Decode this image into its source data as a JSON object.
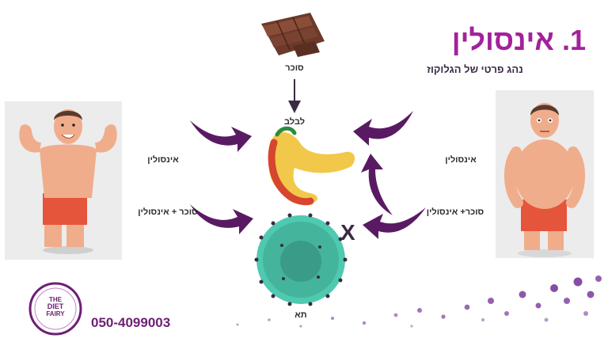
{
  "title": "1. אינסולין",
  "subtitle": "נהג פרטי של הגלוקוז",
  "labels": {
    "sugar_top": "סוכר",
    "pancreas": "לבלב",
    "insulin_left": "אינסולין",
    "insulin_right": "אינסולין",
    "sugar_insulin_left": "סוכר + אינסולין",
    "sugar_insulin_right": "סוכר+ אינסולין",
    "cell": "תא",
    "blocked_mark": "X"
  },
  "logo": {
    "line1": "THE",
    "line2": "DIET",
    "line3": "FAIRY"
  },
  "phone": "050-4099003",
  "colors": {
    "title": "#a3219c",
    "arrow": "#5a1a63",
    "cell": "#4fc9b0",
    "pancreas": "#f2c84b",
    "chocolate": "#6b3a2a"
  }
}
